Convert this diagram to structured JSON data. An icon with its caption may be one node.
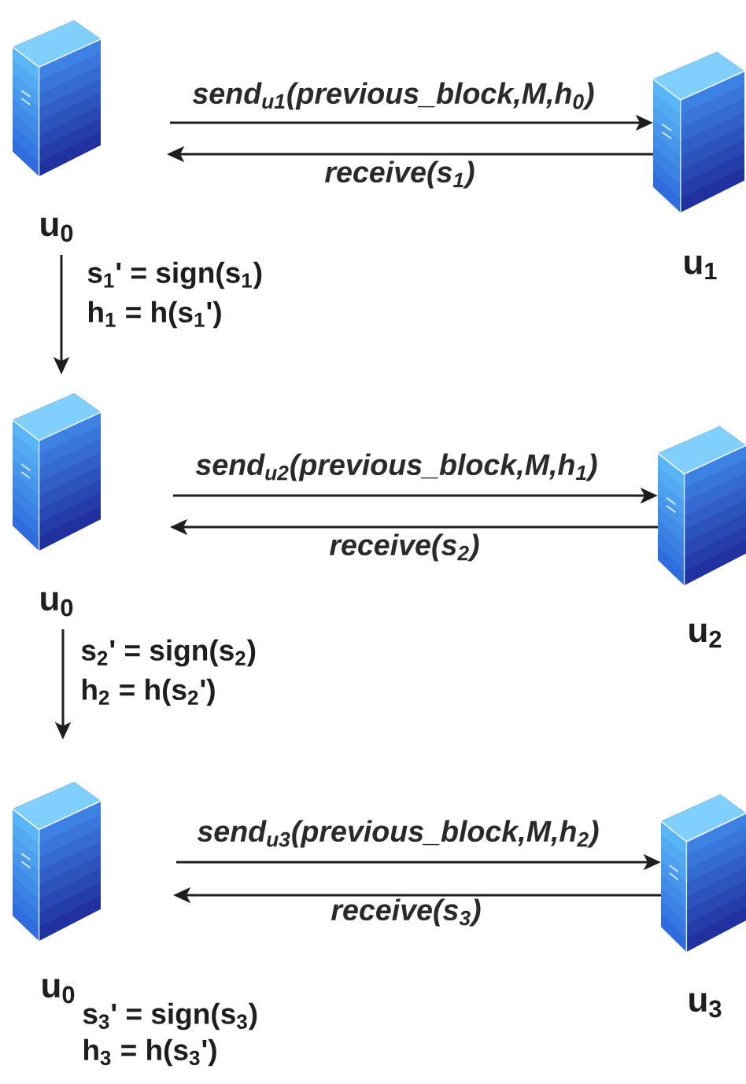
{
  "diagram": {
    "nodes": [
      {
        "text": [
          "u$_{0}$"
        ]
      },
      {
        "text": [
          "u$_{1}$"
        ]
      },
      {
        "text": [
          "u$_{0}$"
        ]
      },
      {
        "text": [
          "u$_{2}$"
        ]
      },
      {
        "text": [
          "u$_{0}$"
        ]
      },
      {
        "text": [
          "u$_{3}$"
        ]
      }
    ],
    "edges": [
      {
        "from": 0,
        "to": 1,
        "arrow": "to",
        "label": "send$_{u1}$(previous_block,M,h$_{0}$)"
      },
      {
        "from": 1,
        "to": 0,
        "arrow": "to",
        "label": "receive(s$_{1}$)"
      },
      {
        "from": 0,
        "to": 2,
        "arrow": "to"
      },
      {
        "from": 2,
        "to": 3,
        "arrow": "to",
        "label": "send$_{u2}$(previous_block,M,h$_{1}$)"
      },
      {
        "from": 3,
        "to": 2,
        "arrow": "to",
        "label": "receive(s$_{2}$)"
      },
      {
        "from": 2,
        "to": 4,
        "arrow": "to"
      },
      {
        "from": 4,
        "to": 5,
        "arrow": "to",
        "label": "send$_{u3}$(previous_block,M,h$_{2}$)"
      },
      {
        "from": 5,
        "to": 4,
        "arrow": "to",
        "label": "receive(s$_{3}$)"
      }
    ],
    "labels": [
      "s$_{1}$' = sign(s$_{1}$)",
      "h$_{1}$ = h(s$_{1}$')",
      "s$_{2}$' = sign(s$_{2}$)",
      "h$_{2}$ = h(s$_{2}$')",
      "s$_{3}$' = sign(s$_{3}$)",
      "h$_{3}$ = h(s$_{3}$')"
    ]
  }
}
